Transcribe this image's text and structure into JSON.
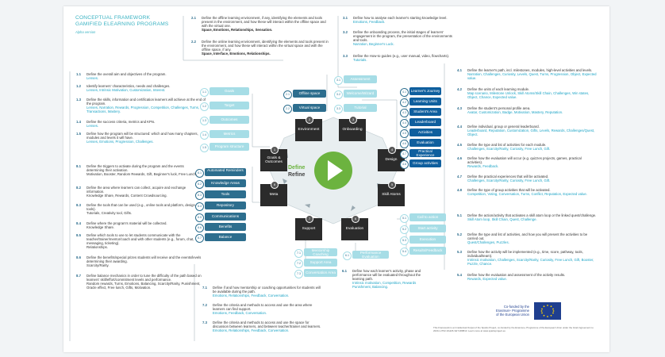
{
  "header": {
    "title_line1": "CONCEPTUAL FRAMEWORK",
    "title_line2": "GAMIFIED ELEARNING PROGRAMS",
    "version": "Alpha version"
  },
  "center": {
    "word1": "Define",
    "word2": "Refine",
    "nodes": [
      {
        "num": "1",
        "label": "Goals &\nOutcomes"
      },
      {
        "num": "2",
        "label": "Environment"
      },
      {
        "num": "3",
        "label": "Onboarding"
      },
      {
        "num": "4",
        "label": "Design"
      },
      {
        "num": "5",
        "label": "Skill Atoms"
      },
      {
        "num": "6",
        "label": "Evaluation"
      },
      {
        "num": "7",
        "label": "Support"
      },
      {
        "num": "8",
        "label": "Meta"
      }
    ]
  },
  "sec1": {
    "pills": [
      {
        "num": "1.1",
        "label": "Goals"
      },
      {
        "num": "1.2",
        "label": "Target"
      },
      {
        "num": "1.3",
        "label": "Outcomes"
      },
      {
        "num": "1.4",
        "label": "Metrics"
      },
      {
        "num": "1.5",
        "label": "Program structure"
      }
    ],
    "items": [
      {
        "num": "1.1",
        "text": "Define the overall aim and objectives of the program.",
        "kw": "Lenses."
      },
      {
        "num": "1.2",
        "text": "Identify learners' characteristics, needs and challenges.",
        "kw": "Lenses, Intrinsic Motivation, Customization, Interest."
      },
      {
        "num": "1.3",
        "text": "Define the skills, information and certification learners will achieve at the end of the program.",
        "kw": "Lenses, Narration, Rewards, Progression, Competition, Challenges, Turns, Transactions, Mastery."
      },
      {
        "num": "1.4",
        "text": "Define the success criteria, metrics and KPIs.",
        "kw": "Lenses."
      },
      {
        "num": "1.5",
        "text": "Define how the program will be structured: which and how many chapters, modules and levels it will have.",
        "kw": "Lenses, Emotions, Progression, Challenges."
      }
    ]
  },
  "sec2": {
    "pills": [
      {
        "num": "2.1",
        "label": "Offline space"
      },
      {
        "num": "2.2",
        "label": "Virtual space"
      }
    ],
    "items": [
      {
        "num": "2.1",
        "text": "Define the offline learning environment, if any, identifying the elements and tools present in the environment, and how these will interact within the offline space and with the virtual one.",
        "kw": "Space, Emotions, Relationships, Sensation."
      },
      {
        "num": "2.2",
        "text": "Define the online learning environment, identifying the elements and tools present in the environment, and how these will interact within the virtual space and with the offline space, if any.",
        "kw": "Space, Interface, Emotions, Relationships."
      }
    ]
  },
  "sec3": {
    "pills": [
      {
        "num": "3.1",
        "label": "Assessment"
      },
      {
        "num": "3.2",
        "label": "Welcome/Wizard"
      },
      {
        "num": "3.3",
        "label": "Tutorial"
      }
    ],
    "items": [
      {
        "num": "3.1",
        "text": "Define how to analyse each learner's starting knowledge level.",
        "kw": "Emotions, Feedback."
      },
      {
        "num": "3.2",
        "text": "Define the onboarding process, the initial stages of learners' engagement in the program, the presentation of the environments and tools.",
        "kw": "Narration, Beginner's Luck."
      },
      {
        "num": "3.3",
        "text": "Define the How-to guides (e.g., user manual, video, flowcharts).",
        "kw": "Tutorials."
      }
    ]
  },
  "sec4": {
    "pills": [
      {
        "num": "4.1",
        "label": "Learner's Journey"
      },
      {
        "num": "4.2",
        "label": "Learning Units"
      },
      {
        "num": "4.3",
        "label": "Student's Area"
      },
      {
        "num": "4.4",
        "label": "Leaderboard"
      },
      {
        "num": "4.5",
        "label": "Activities"
      },
      {
        "num": "4.6",
        "label": "Evaluation"
      },
      {
        "num": "4.7",
        "label": "Practical Experience"
      },
      {
        "num": "4.8",
        "label": "Group activities"
      }
    ],
    "items": [
      {
        "num": "4.1",
        "text": "Define the learner's path, incl. milestones, modules, high-level activities and levels.",
        "kw": "Narration, Challenges, Curiosity, Levels, Quest, Turns, Progression, Object, Expected value."
      },
      {
        "num": "4.2",
        "text": "Define the units of each learning module.",
        "kw": "Map scenario, Milestone Unlock, Skill Atoms/Skill Chain, Challenges, Win states, Object, Chance, Expected value."
      },
      {
        "num": "4.3",
        "text": "Define the student's personal profile area.",
        "kw": "Avatar, Customization, Badge, Motivation, Mastery, Reputation."
      },
      {
        "num": "4.4",
        "text": "Define individual, group or general leaderboard.",
        "kw": "Leaderboard, Reputation, Customization, Gifts, Levels, Rewards, Challenges/Quest, Object."
      },
      {
        "num": "4.5",
        "text": "Define the type and list of activities for each module.",
        "kw": "Challenges, Scarcity/Rarity, Curiosity, Free Lunch, Gift."
      },
      {
        "num": "4.6",
        "text": "Define how the evaluation will occur (e.g. quizzes projects, games, practical activities).",
        "kw": "Rewards, Feedback."
      },
      {
        "num": "4.7",
        "text": "Define the practical experiences that will be activated.",
        "kw": "Challenges, Scarcity/Rarity, Curiosity, Free Lunch, Gift."
      },
      {
        "num": "4.8",
        "text": "Define the type of group activities that will be activated.",
        "kw": "Competition, Voting, Conversation, Turns, Conflict, Reputation, Expected value."
      }
    ]
  },
  "sec5": {
    "pills": [
      {
        "num": "5.1",
        "label": "Call to action"
      },
      {
        "num": "5.2",
        "label": "Start activity"
      },
      {
        "num": "5.3",
        "label": "Execution"
      },
      {
        "num": "5.4",
        "label": "Results/Feedback"
      }
    ],
    "items": [
      {
        "num": "5.1",
        "text": "Define the action/activity that activates a skill atom loop or the linked quest/challenge.",
        "kw": "Skill Atom loop, Skill Chain, Quest, Challenge."
      },
      {
        "num": "5.2",
        "text": "Define the type and list of activities, and how you will present the activities to be carried out.",
        "kw": "Quest/Challenges, Puzzles."
      },
      {
        "num": "5.3",
        "text": "Define how the activity will be implemented (e.g., time, score, pathway, tools, individual/team).",
        "kw": "Intrinsic motivation, Challenges, Scarcity/Rarity, Curiosity, Free Lunch, Gift, Booster, Puzzle, Chance."
      },
      {
        "num": "5.4",
        "text": "Define how the evaluation and assessment of the activity results.",
        "kw": "Rewards, Expected value."
      }
    ]
  },
  "sec6": {
    "pills": [
      {
        "num": "6.1",
        "label": "Performance Evaluation"
      }
    ],
    "items": [
      {
        "num": "6.1",
        "text": "Define how each learner's activity, phase and performance will be evaluated throughout the learning path.",
        "kw": "Intrinsic motivation, Competition, Rewards Punishment, Balancing."
      }
    ]
  },
  "sec7": {
    "pills": [
      {
        "num": "7.1",
        "label": "Mentorship Coaching"
      },
      {
        "num": "7.2",
        "label": "Support Area"
      },
      {
        "num": "7.3",
        "label": "Conversation Area"
      }
    ],
    "items": [
      {
        "num": "7.1",
        "text": "Define if and how mentorship or coaching opportunities for students will be available during the path.",
        "kw": "Emotions, Relationships, Feedback, Conversation."
      },
      {
        "num": "7.2",
        "text": "Define the criteria and methods to access and use the area where learners can find support.",
        "kw": "Emotions, Feedback, Conversation."
      },
      {
        "num": "7.3",
        "text": "Define the criteria and methods to access and use the space for discussion between learners, and between teacher/trainer and learners.",
        "kw": "Emotions, Relationships, Feedback, Conversation."
      }
    ]
  },
  "sec8": {
    "pills": [
      {
        "num": "8.1",
        "label": "Automated Reminders"
      },
      {
        "num": "8.2",
        "label": "Knowledge Areas"
      },
      {
        "num": "8.3",
        "label": "Tools"
      },
      {
        "num": "8.4",
        "label": "Repository"
      },
      {
        "num": "8.5",
        "label": "Communications"
      },
      {
        "num": "8.6",
        "label": "Benefits"
      },
      {
        "num": "8.7",
        "label": "Balance"
      }
    ],
    "items": [
      {
        "num": "8.1",
        "text": "Define the triggers to activate during the program and the events determining their activation.",
        "kw": "Motivation, Booster, Random Rewards, Gift, Beginner's luck, Free Lunch."
      },
      {
        "num": "8.2",
        "text": "Define the area where learners can collect, acquire and exchange information.",
        "kw": "Knowledge Share, Rewards, Content Crowdsourcing."
      },
      {
        "num": "8.3",
        "text": "Define the tools that can be used (e.g., online tools and platform, design tools).",
        "kw": "Tutorials, Creativity tool, Gifts."
      },
      {
        "num": "8.4",
        "text": "Define where the program's material will be collected.",
        "kw": "Knowledge Share."
      },
      {
        "num": "8.5",
        "text": "Define which tools to use to let students communicate with the teacher/trainer/mentor/coach and with other students (e.g., forum, chat, messaging, ticketing).",
        "kw": "Relationships."
      },
      {
        "num": "8.6",
        "text": "Define the benefits/special prizes students will receive and the events/levels determining their awarding.",
        "kw": "Scarcity/Rarity."
      },
      {
        "num": "8.7",
        "text": "Define balance mechanics in order to tune the difficulty of the path based on learners' skill/effort/commitment levels and performance.",
        "kw": "Random rewards, Turns, Emotions, Balancing, Scarcity/Rarity, Punishment, Oracle effect, Free lunch, Gifts, Motivation."
      }
    ]
  },
  "footer": {
    "eu_line1": "Co-funded by the",
    "eu_line2": "Erasmus+ Programme",
    "eu_line3": "of the European Union",
    "note": "This Framework is an Intellectual Output of the Sparks Project, co-funded by the Erasmus+ Programme of the European Union under the Grant Agreement no 2020-1-IT02-KA226-VET-008813. Learn more at www.sparksproject.eu"
  },
  "colors": {
    "accent": "#28a9c0",
    "dark": "#2d6e8e",
    "light": "#a6dde6",
    "node": "#2b2b2b",
    "green": "#6cb33f"
  }
}
